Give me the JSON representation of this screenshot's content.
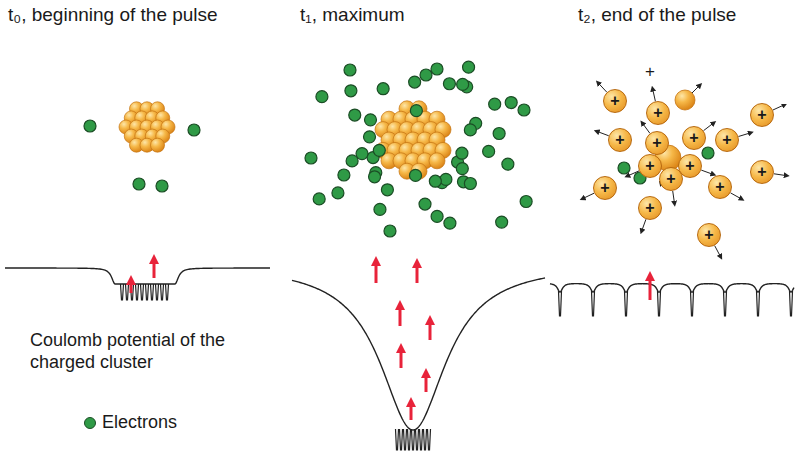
{
  "diagram": {
    "nodes": [
      {
        "text": [
          "+"
        ]
      },
      {
        "text": [
          "+"
        ]
      },
      {
        "text": [
          "+"
        ]
      },
      {
        "text": [
          "+"
        ]
      },
      {
        "text": [
          "+"
        ]
      },
      {
        "text": [
          "+"
        ]
      },
      {
        "text": [
          "+"
        ]
      },
      {
        "text": [
          "+"
        ]
      },
      {
        "text": [
          "+"
        ]
      },
      {
        "text": [
          "+"
        ]
      },
      {
        "text": [
          "+"
        ]
      },
      {
        "text": [
          "+"
        ]
      },
      {
        "text": [
          "+"
        ]
      },
      {
        "text": [
          "+"
        ]
      },
      {
        "text": [
          "+"
        ]
      }
    ],
    "labels": [
      "t₀, beginning of the pulse",
      "t₁, maximum",
      "t₂, end of the pulse",
      "+",
      "Coulomb potential of the charged cluster"
    ],
    "legend": [
      {
        "text": "Electrons",
        "color": "#2f9a46"
      }
    ]
  }
}
